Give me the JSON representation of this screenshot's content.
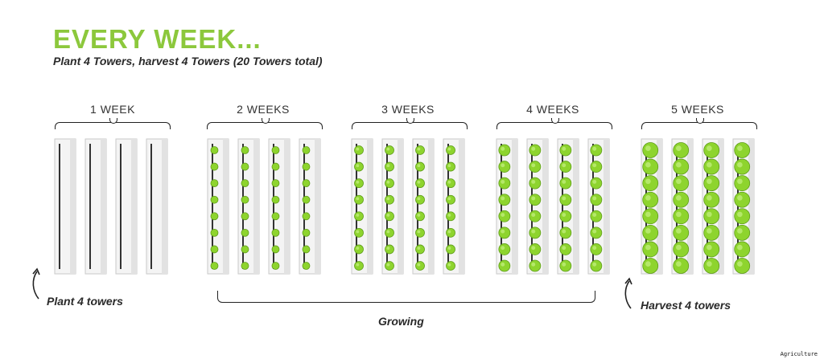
{
  "header": {
    "title": "EVERY WEEK...",
    "subtitle": "Plant 4 Towers, harvest 4 Towers (20 Towers total)"
  },
  "weeks": [
    {
      "label": "1 WEEK",
      "growth_stage": 0
    },
    {
      "label": "2 WEEKS",
      "growth_stage": 1
    },
    {
      "label": "3 WEEKS",
      "growth_stage": 2
    },
    {
      "label": "4 WEEKS",
      "growth_stage": 3
    },
    {
      "label": "5 WEEKS",
      "growth_stage": 4
    }
  ],
  "towers_per_group": 4,
  "plants_per_tower": 8,
  "notes": {
    "plant": "Plant 4 towers",
    "growing": "Growing",
    "harvest": "Harvest 4 towers"
  },
  "caption": "Agriculture",
  "colors": {
    "title": "#8cc83c",
    "plant": "#8ed42e",
    "plant_dark": "#5f9e1a",
    "tower": "#f4f4f4",
    "tower_shadow": "#c9c9c9",
    "slot": "#333333"
  }
}
